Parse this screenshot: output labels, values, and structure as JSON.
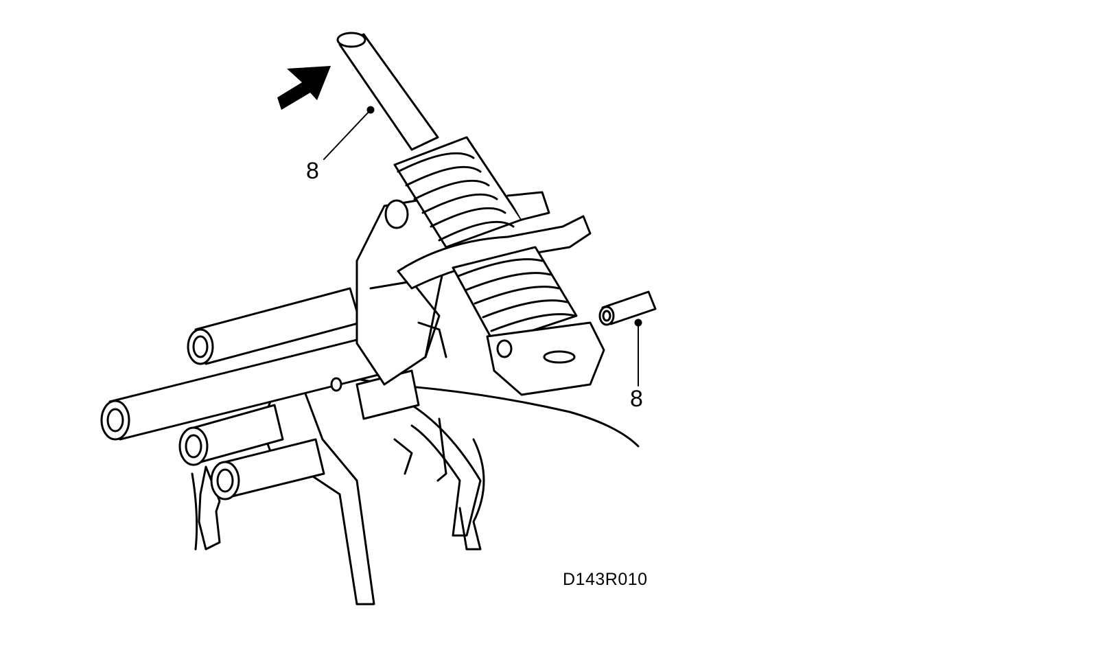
{
  "figure": {
    "code": "D143R010",
    "callouts": [
      {
        "id": "rod",
        "number": "8"
      },
      {
        "id": "pin",
        "number": "8"
      }
    ]
  },
  "colors": {
    "line": "#000000",
    "background": "#ffffff"
  },
  "icons": {
    "direction": "arrow-down-right-icon"
  }
}
